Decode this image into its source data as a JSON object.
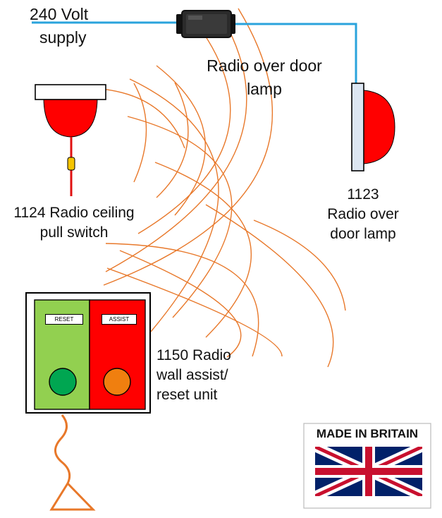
{
  "supply": {
    "line1": "240 Volt",
    "line2": "supply"
  },
  "radio_over_door_top": {
    "line1": "Radio over door",
    "line2": "lamp"
  },
  "lamp_1123": {
    "line1": "1123",
    "line2": "Radio over",
    "line3": "door lamp"
  },
  "pull_switch": {
    "line1": "1124 Radio ceiling",
    "line2": "pull switch"
  },
  "wall_unit": {
    "line1": "1150 Radio",
    "line2": "wall assist/",
    "line3": "reset unit",
    "reset_label": "RESET",
    "assist_label": "ASSIST"
  },
  "badge": {
    "title": "MADE IN BRITAIN"
  },
  "colors": {
    "blue_wire": "#2aa3dc",
    "radio_waves": "#e8782a",
    "lamp_red": "#ff0000",
    "reset_panel": "#92d050",
    "assist_panel": "#ff0000",
    "reset_button": "#00a651",
    "assist_button": "#f07f0f",
    "pull_cord": "#e8782a"
  }
}
